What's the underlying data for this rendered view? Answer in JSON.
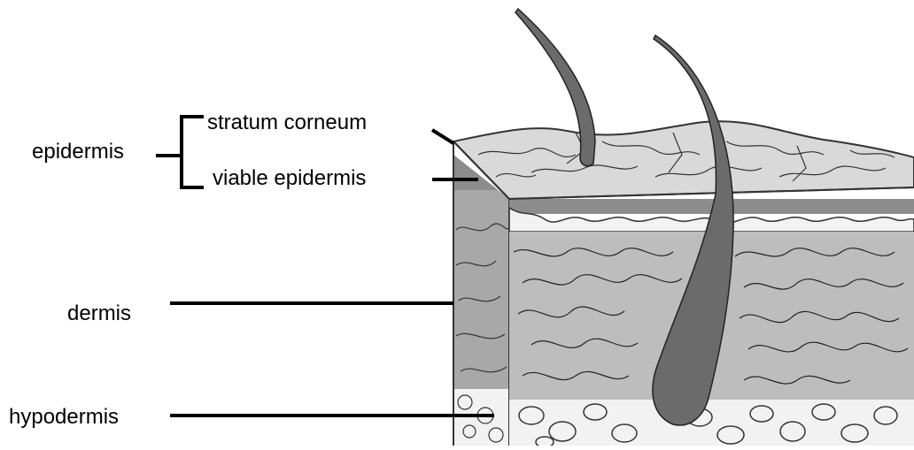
{
  "labels": {
    "epidermis": "epidermis",
    "stratum_corneum": "stratum corneum",
    "viable_epidermis": "viable epidermis",
    "dermis": "dermis",
    "hypodermis": "hypodermis"
  },
  "colors": {
    "surface_fill": "#d9d9d9",
    "stratum_corneum_fill": "#8c8c8c",
    "viable_epidermis_fill": "#f2f2f2",
    "dermis_fill": "#bdbdbd",
    "dermis_side_fill": "#a8a8a8",
    "hypodermis_fill": "#f2f2f2",
    "hair_fill": "#6b6b6b",
    "line_color": "#000000"
  }
}
